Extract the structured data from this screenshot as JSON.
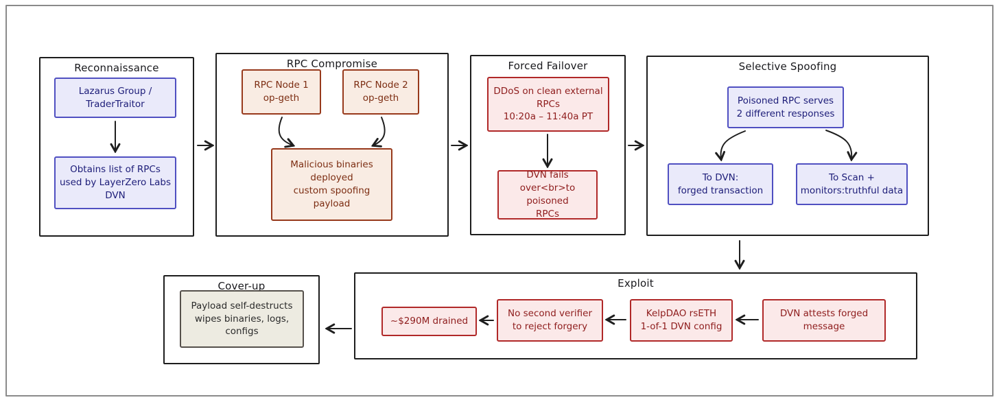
{
  "palette": {
    "background": "#ffffff",
    "frame_border": "#8a8a8a",
    "group_border": "#1d1d1d",
    "arrow": "#1e1e1e",
    "purple_fill": "#eaeafa",
    "purple_border": "#4f4fc1",
    "purple_text": "#1c1c78",
    "rust_fill": "#f9ece3",
    "rust_border": "#97391b",
    "rust_text": "#7c2d12",
    "crimson_fill": "#fbe9e9",
    "crimson_border": "#b02828",
    "crimson_text": "#8e1c1c",
    "neutral_fill": "#edebe1",
    "neutral_border": "#55504b",
    "neutral_text": "#2b2b2b"
  },
  "groups": {
    "reconnaissance": {
      "title": "Reconnaissance"
    },
    "rpc_compromise": {
      "title": "RPC Compromise"
    },
    "forced_failover": {
      "title": "Forced Failover"
    },
    "selective_spoofing": {
      "title": "Selective Spoofing"
    },
    "exploit": {
      "title": "Exploit"
    },
    "cover_up": {
      "title": "Cover-up"
    }
  },
  "nodes": {
    "lazarus": {
      "label": "Lazarus Group /\nTraderTraitor"
    },
    "obtains_rpcs": {
      "label": "Obtains list of RPCs\nused by LayerZero Labs\nDVN"
    },
    "rpc_node_1": {
      "label": "RPC Node 1\nop-geth"
    },
    "rpc_node_2": {
      "label": "RPC Node 2\nop-geth"
    },
    "malicious_binaries": {
      "label": "Malicious binaries\ndeployed\ncustom spoofing payload"
    },
    "ddos": {
      "label": "DDoS on clean external\nRPCs\n10:20a – 11:40a PT"
    },
    "dvn_fails_over": {
      "label": "DVN fails\nover<br>to poisoned\nRPCs"
    },
    "poisoned_rpc": {
      "label": "Poisoned RPC serves\n2 different responses"
    },
    "to_dvn": {
      "label": "To DVN:\nforged transaction"
    },
    "to_scan": {
      "label": "To Scan +\nmonitors:truthful data"
    },
    "dvn_attests": {
      "label": "DVN attests forged\nmessage"
    },
    "kelpdao": {
      "label": "KelpDAO rsETH\n1-of-1 DVN config"
    },
    "no_second_verifier": {
      "label": "No second verifier\nto reject forgery"
    },
    "drained": {
      "label": "~$290M drained"
    },
    "payload_self_destructs": {
      "label": "Payload self-destructs\nwipes binaries, logs,\nconfigs"
    }
  }
}
